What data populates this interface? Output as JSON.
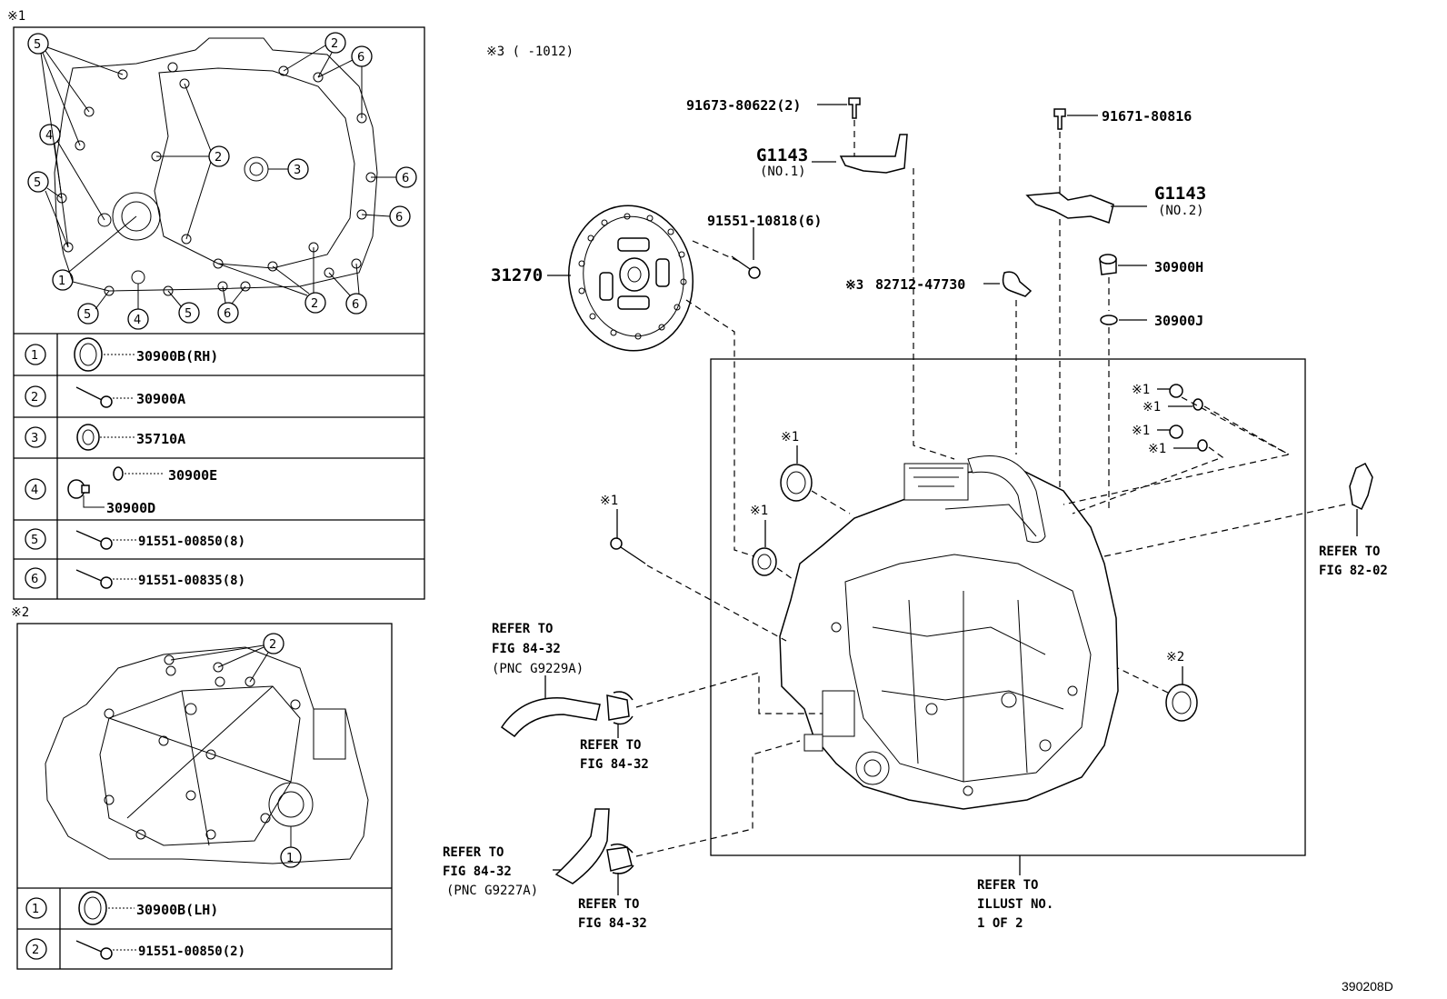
{
  "markers": {
    "m1": "※1",
    "m2": "※2",
    "m3_range": "※3 (     -1012)",
    "m3": "※3",
    "m1_label": "※1"
  },
  "table1": {
    "rows": [
      {
        "num": "1",
        "part": "30900B(RH)"
      },
      {
        "num": "2",
        "part": "30900A"
      },
      {
        "num": "3",
        "part": "35710A"
      },
      {
        "num": "4",
        "part": "30900E",
        "part2": "30900D"
      },
      {
        "num": "5",
        "part": "91551-00850(8)"
      },
      {
        "num": "6",
        "part": "91551-00835(8)"
      }
    ]
  },
  "table2": {
    "rows": [
      {
        "num": "1",
        "part": "30900B(LH)"
      },
      {
        "num": "2",
        "part": "91551-00850(2)"
      }
    ]
  },
  "callouts": {
    "c5": "5",
    "c2": "2",
    "c6": "6",
    "c4": "4",
    "c3": "3",
    "c1": "1"
  },
  "parts": {
    "bolt_top": "91673-80622(2)",
    "bracket1": "G1143",
    "bracket1_sub": "(NO.1)",
    "bolt_right": "91671-80816",
    "bracket2": "G1143",
    "bracket2_sub": "(NO.2)",
    "disc": "31270",
    "disc_bolts": "91551-10818(6)",
    "clip": "82712-47730",
    "plug": "30900H",
    "gasket": "30900J"
  },
  "refs": {
    "fig8202_1": "REFER TO",
    "fig8202_2": "FIG 82-02",
    "hose_a_1": "REFER TO",
    "hose_a_2": "FIG 84-32",
    "hose_a_3": "(PNC G9229A)",
    "clamp_a_1": "REFER TO",
    "clamp_a_2": "FIG 84-32",
    "hose_b_1": "REFER TO",
    "hose_b_2": "FIG 84-32",
    "hose_b_3": "(PNC G9227A)",
    "clamp_b_1": "REFER TO",
    "clamp_b_2": "FIG 84-32",
    "illust_1": "REFER TO",
    "illust_2": "ILLUST NO.",
    "illust_3": "1 OF 2"
  },
  "diagram_id": "390208D"
}
